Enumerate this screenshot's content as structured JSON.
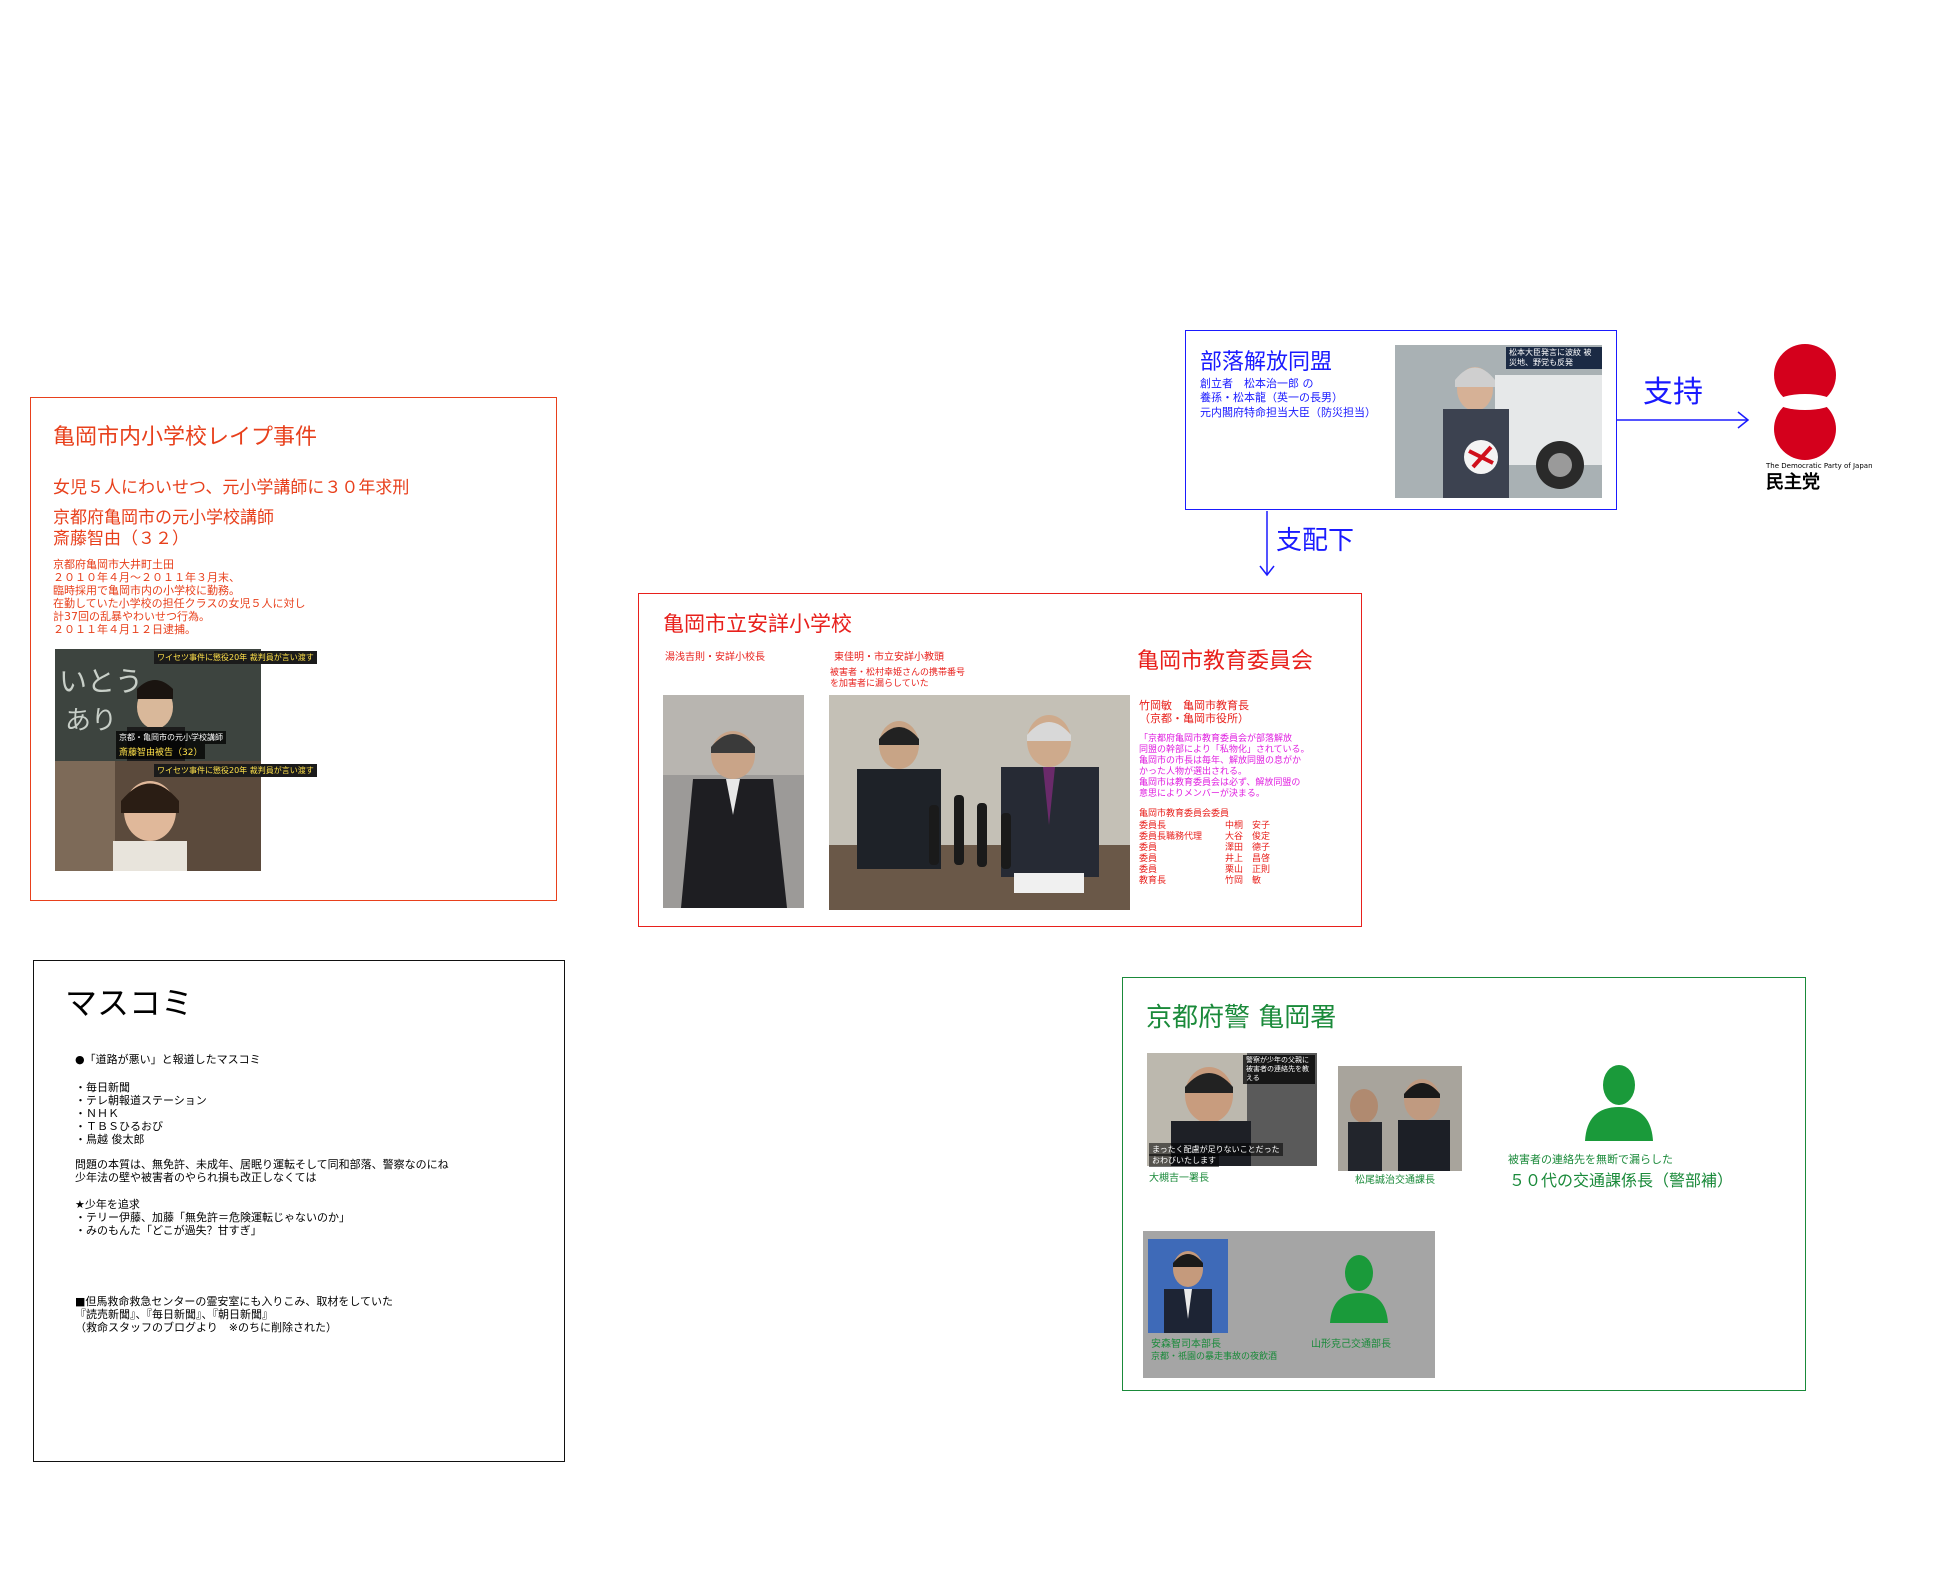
{
  "case": {
    "title": "亀岡市内小学校レイプ事件",
    "headline": "女児５人にわいせつ、元小学講師に３０年求刑",
    "subject_line1": "京都府亀岡市の元小学校講師",
    "subject_line2": "斎藤智由（３２）",
    "details": [
      "京都府亀岡市大井町土田",
      "２０１０年４月～２０１１年３月末、",
      "臨時採用で亀岡市内の小学校に勤務。",
      "在勤していた小学校の担任クラスの女児５人に対し",
      "計37回の乱暴やわいせつ行為。",
      "２０１１年４月１２日逮捕。"
    ],
    "photo_top_banner": "ワイセツ事件に懲役20年 裁判員が言い渡す",
    "photo_top_caption1": "京都・亀岡市の元小学校講師",
    "photo_top_caption2": "斎藤智由被告（32）",
    "photo_bottom_banner": "ワイセツ事件に懲役20年 裁判員が言い渡す"
  },
  "buraku": {
    "title": "部落解放同盟",
    "line1": "創立者　松本治一郎 の",
    "line2": "養孫・松本龍（英一の長男）",
    "line3": "元内閣府特命担当大臣（防災担当）",
    "photo_banner": "松本大臣発言に波紋 被災地、野党も反発"
  },
  "support_label": "支持",
  "control_label": "支配下",
  "dpj": {
    "english": "The Democratic Party of Japan",
    "name": "民主党"
  },
  "school": {
    "title": "亀岡市立安詳小学校",
    "principal_label": "湯浅吉則・安詳小校長",
    "vice_label": "東佳明・市立安詳小教頭",
    "vice_note1": "被害者・松村幸姫さんの携帯番号",
    "vice_note2": "を加害者に漏らしていた"
  },
  "board": {
    "title": "亀岡市教育委員会",
    "head1": "竹岡敏　亀岡市教育長",
    "head2": "（京都・亀岡市役所）",
    "notes": [
      "「京都府亀岡市教育委員会が部落解放",
      "同盟の幹部により「私物化」されている。",
      "亀岡市の市長は毎年、解放同盟の息がか",
      "かった人物が選出される。",
      "亀岡市は教育委員会は必ず、解放同盟の",
      "意思によりメンバーが決まる。"
    ],
    "members_title": "亀岡市教育委員会委員",
    "members": [
      {
        "role": "委員長",
        "name": "中桐　安子"
      },
      {
        "role": "委員長職務代理",
        "name": "大谷　俊定"
      },
      {
        "role": "委員",
        "name": "澤田　德子"
      },
      {
        "role": "委員",
        "name": "井上　昌啓"
      },
      {
        "role": "委員",
        "name": "栗山　正則"
      },
      {
        "role": "教育長",
        "name": "竹岡　敏"
      }
    ]
  },
  "media": {
    "title": "マスコミ",
    "heading": "●「道路が悪い」と報道したマスコミ",
    "outlets": [
      "・毎日新聞",
      "・テレ朝報道ステーション",
      "・ＮＨＫ",
      "・ＴＢＳひるおび",
      "・鳥越 俊太郎"
    ],
    "issue1": "問題の本質は、無免許、未成年、居眠り運転そして同和部落、警察なのにね",
    "issue2": "少年法の壁や被害者のやられ損も改正しなくては",
    "pursue_title": "★少年を追求",
    "pursue": [
      "・テリー伊藤、加藤「無免許＝危険運転じゃないのか」",
      "・みのもんた「どこが過失？甘すぎ」"
    ],
    "hospital": [
      "■但馬救命救急センターの霊安室にも入りこみ、取材をしていた",
      "『読売新聞』、『毎日新聞』、『朝日新聞』",
      "（救命スタッフのブログより　※のちに削除された）"
    ]
  },
  "police": {
    "title": "京都府警 亀岡署",
    "chief_caption1": "まったく配慮が足りないことだった",
    "chief_caption2": "おわびいたします",
    "chief_banner": "警察が少年の父親に 被害者の連絡先を教える",
    "chief_label": "大槻吉一署長",
    "traffic_chief_label": "松尾誠治交通課長",
    "leak_note": "被害者の連絡先を無断で漏らした",
    "unknown_label": "５０代の交通課係長（警部補）",
    "hq_label": "安森智司本部長",
    "hq_note": "京都・祇園の暴走事故の夜飲酒",
    "traffic_dept_label": "山形克己交通部長"
  },
  "colors": {
    "case_red": "#e8401c",
    "school_red": "#e8201c",
    "board_magenta": "#e020e0",
    "buraku_blue": "#1a1aff",
    "police_green": "#1a8a3a",
    "dpj_red": "#d4001c"
  }
}
